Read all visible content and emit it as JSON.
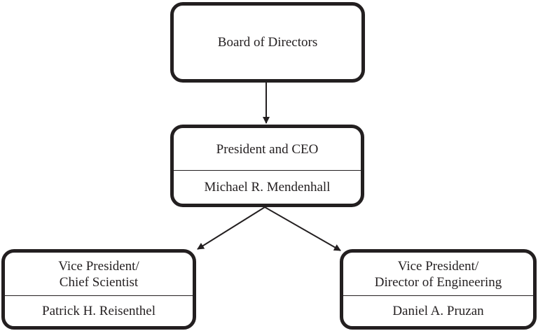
{
  "board": {
    "title": "Board of Directors"
  },
  "ceo": {
    "title": "President and CEO",
    "name": "Michael R. Mendenhall"
  },
  "vp_science": {
    "title_line1": "Vice President/",
    "title_line2": "Chief Scientist",
    "name": "Patrick H. Reisenthel"
  },
  "vp_engineering": {
    "title_line1": "Vice President/",
    "title_line2": "Director of Engineering",
    "name": "Daniel A. Pruzan"
  },
  "colors": {
    "line": "#231f20",
    "background": "#ffffff"
  }
}
